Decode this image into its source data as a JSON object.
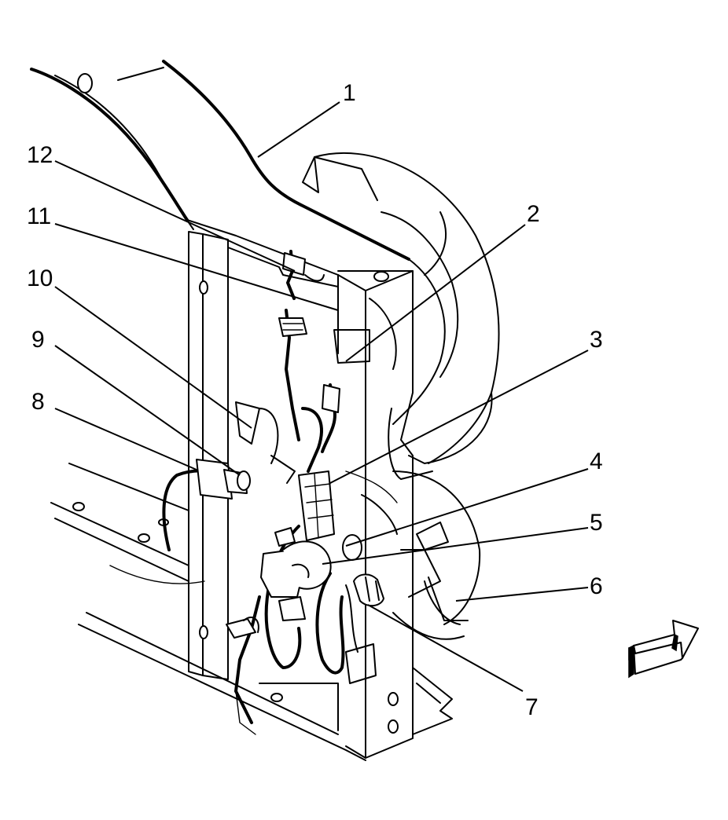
{
  "callouts": [
    {
      "id": "1",
      "label": "1"
    },
    {
      "id": "2",
      "label": "2"
    },
    {
      "id": "3",
      "label": "3"
    },
    {
      "id": "4",
      "label": "4"
    },
    {
      "id": "5",
      "label": "5"
    },
    {
      "id": "6",
      "label": "6"
    },
    {
      "id": "7",
      "label": "7"
    },
    {
      "id": "8",
      "label": "8"
    },
    {
      "id": "9",
      "label": "9"
    },
    {
      "id": "10",
      "label": "10"
    },
    {
      "id": "11",
      "label": "11"
    },
    {
      "id": "12",
      "label": "12"
    }
  ],
  "direction_arrow_icon": "forward-arrow-icon",
  "colors": {
    "ink": "#000000",
    "paper": "#ffffff"
  }
}
